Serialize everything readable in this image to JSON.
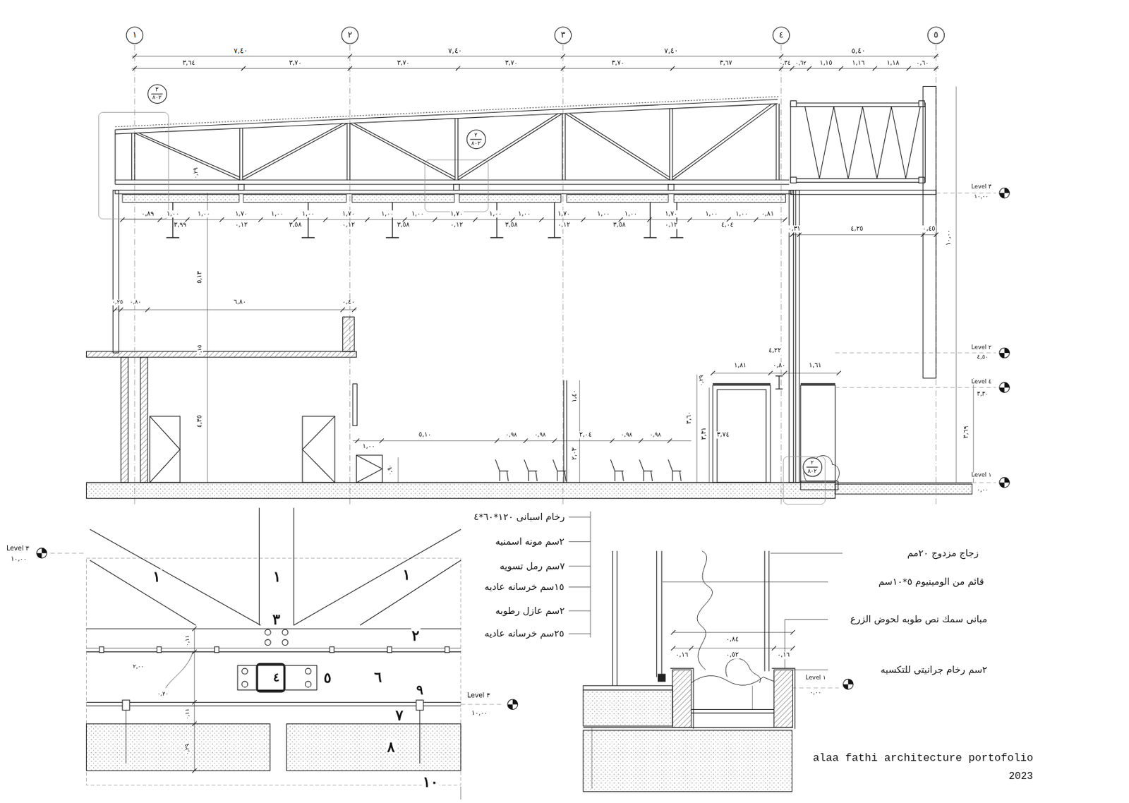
{
  "diagram": {
    "nodes": [
      {
        "text": [
          "١"
        ]
      },
      {
        "text": [
          "٢"
        ]
      },
      {
        "text": [
          "٣"
        ]
      },
      {
        "text": [
          "٤"
        ]
      },
      {
        "text": [
          "٥"
        ]
      },
      {
        "text": [
          "٣",
          "٨٠٢"
        ]
      },
      {
        "text": [
          "٢",
          "٨٠٢"
        ]
      },
      {
        "text": [
          "٢",
          "٨٠٢"
        ]
      }
    ],
    "labels": [
      "٧,٤٠",
      "٧,٤٠",
      "٧,٤٠",
      "٥,٤٠",
      "٣,٦٤",
      "٣,٧٠",
      "٣,٧٠",
      "٣,٧٠",
      "٣,٧٠",
      "٣,٦٧",
      "٠,٣٤",
      "٠,٦٢",
      "١,١٥",
      "١,١٦",
      "١,١٨",
      "٠,٦٠",
      "٠,٢٩",
      "٠,٨٩",
      "١,٠٠",
      "١,٠٠",
      "١,٧٠",
      "١,٠٠",
      "١,٠٠",
      "١,٧٠",
      "١,٠٠",
      "١,٠٠",
      "١,٧٠",
      "١,٠٠",
      "١,٠٠",
      "١,٧٠",
      "١,٠٠",
      "١,٠٠",
      "١,٧٠",
      "١,٠٠",
      "١,٠٠",
      "٠,٨١",
      "٣,٩٩",
      "٠,١٢",
      "٣,٥٨",
      "٠,١٢",
      "٣,٥٨",
      "٠,١٢",
      "٣,٥٨",
      "٠,١٢",
      "٣,٥٨",
      "٠,١٢",
      "٤,٠٤",
      "٠,٣١",
      "٤,٢٥",
      "٠,٤٥",
      "٥,١٣",
      "١٠,٠٠",
      "٠,٢٥",
      "٠,٨٠",
      "٦,٨٠",
      "٠,٤٠",
      "٠,١٥",
      "٤,٣٥",
      "١,٠٠",
      "٥,١٠",
      "٠,٩٨",
      "٠,٩٨",
      "١,٤٠",
      "٢,٠٤",
      "٢,٠٣",
      "٠,٩٨",
      "٠,٩٨",
      "٠,٩٠",
      "٤,٢٢",
      "١,٨١",
      "٠,٨٠",
      "١,٦١",
      "٠,٢٩",
      "٣,٦٠",
      "٣,٣١",
      "٣,٧٤",
      "٣,٦٩",
      "Level ٣",
      "١٠,٠٠",
      "Level ٢",
      "٤,٥٠",
      "Level ٤",
      "٣,٣٠",
      "Level ١",
      "٠,٠٠",
      "Level ٣",
      "١٠,٠٠",
      "١",
      "١",
      "١",
      "٣",
      "٢",
      "٤",
      "٥",
      "٦",
      "٩",
      "٧",
      "٨",
      "١٠",
      "٠,١١",
      "٢,٠٠",
      "٠,٢٠",
      "٠,١١",
      "٠,٢٩",
      "Level ٣",
      "١٠,٠٠",
      "رخام اسبانى ١٢٠*٦٠*٤",
      "٢سم مونه اسمنيه",
      "٧سم رمل تسويه",
      "١٥سم خرسانه عاديه",
      "٢سم عازل رطوبه",
      "٢٥سم خرسانه عاديه",
      "زجاج مزدوج ٢٠مم",
      "قائم من الومينيوم ٥*١٠سم",
      "مبانى سمك نص طوبه لحوض الزرع",
      "٢سم رخام جرانيتى للتكسيه",
      "٠,٨٤",
      "٠,١٦",
      "٠,٥٢",
      "٠,١٦",
      "Level ١",
      "٠,٠٠",
      "alaa fathi architecture portofolio",
      "2023"
    ]
  }
}
